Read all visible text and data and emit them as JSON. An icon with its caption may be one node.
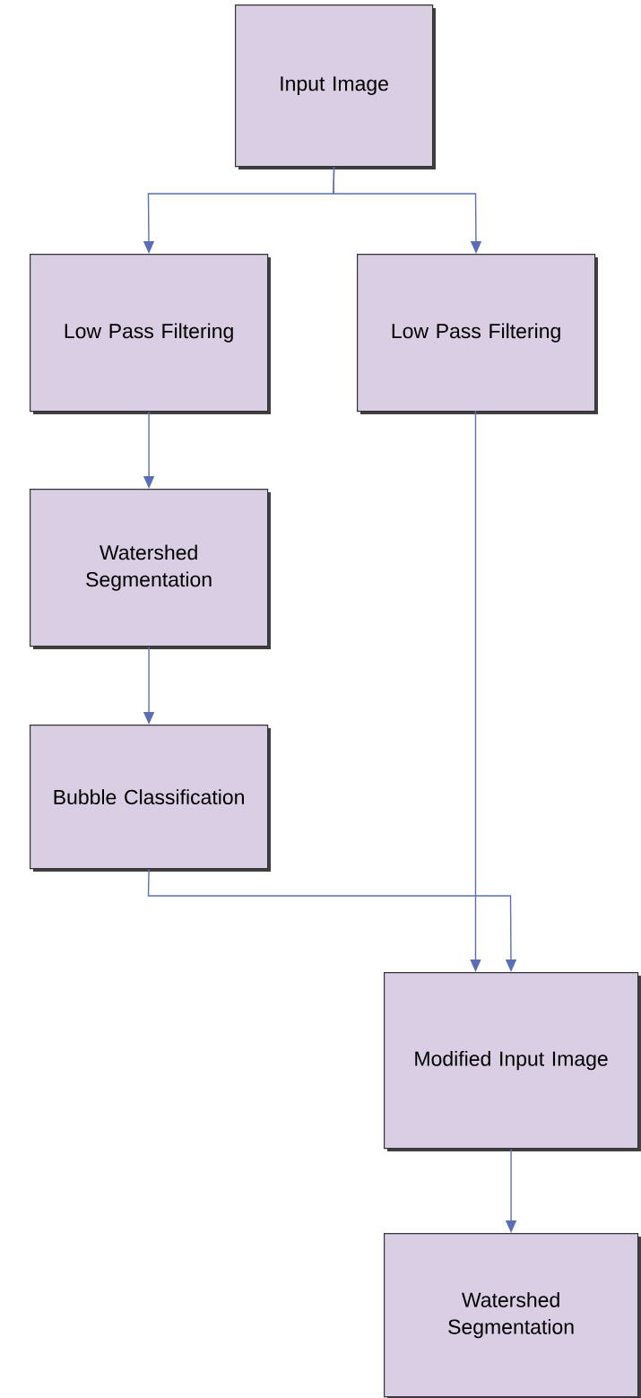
{
  "diagram": {
    "nodes": [
      {
        "text": [
          "Input Image"
        ]
      },
      {
        "text": [
          "Low Pass Filtering"
        ]
      },
      {
        "text": [
          "Low Pass Filtering"
        ]
      },
      {
        "text": [
          "Watershed Segmentation"
        ]
      },
      {
        "text": [
          "Bubble Classification"
        ]
      },
      {
        "text": [
          "Modified Input Image"
        ]
      },
      {
        "text": [
          "Watershed Segmentation"
        ]
      }
    ],
    "edges": [
      {
        "from": 0,
        "to": 1,
        "arrow": "to"
      },
      {
        "from": 0,
        "to": 2,
        "arrow": "to"
      },
      {
        "from": 1,
        "to": 3,
        "arrow": "to"
      },
      {
        "from": 3,
        "to": 4,
        "arrow": "to"
      },
      {
        "from": 4,
        "to": 5,
        "arrow": "to"
      },
      {
        "from": 2,
        "to": 5,
        "arrow": "to"
      },
      {
        "from": 5,
        "to": 6,
        "arrow": "to"
      }
    ]
  }
}
